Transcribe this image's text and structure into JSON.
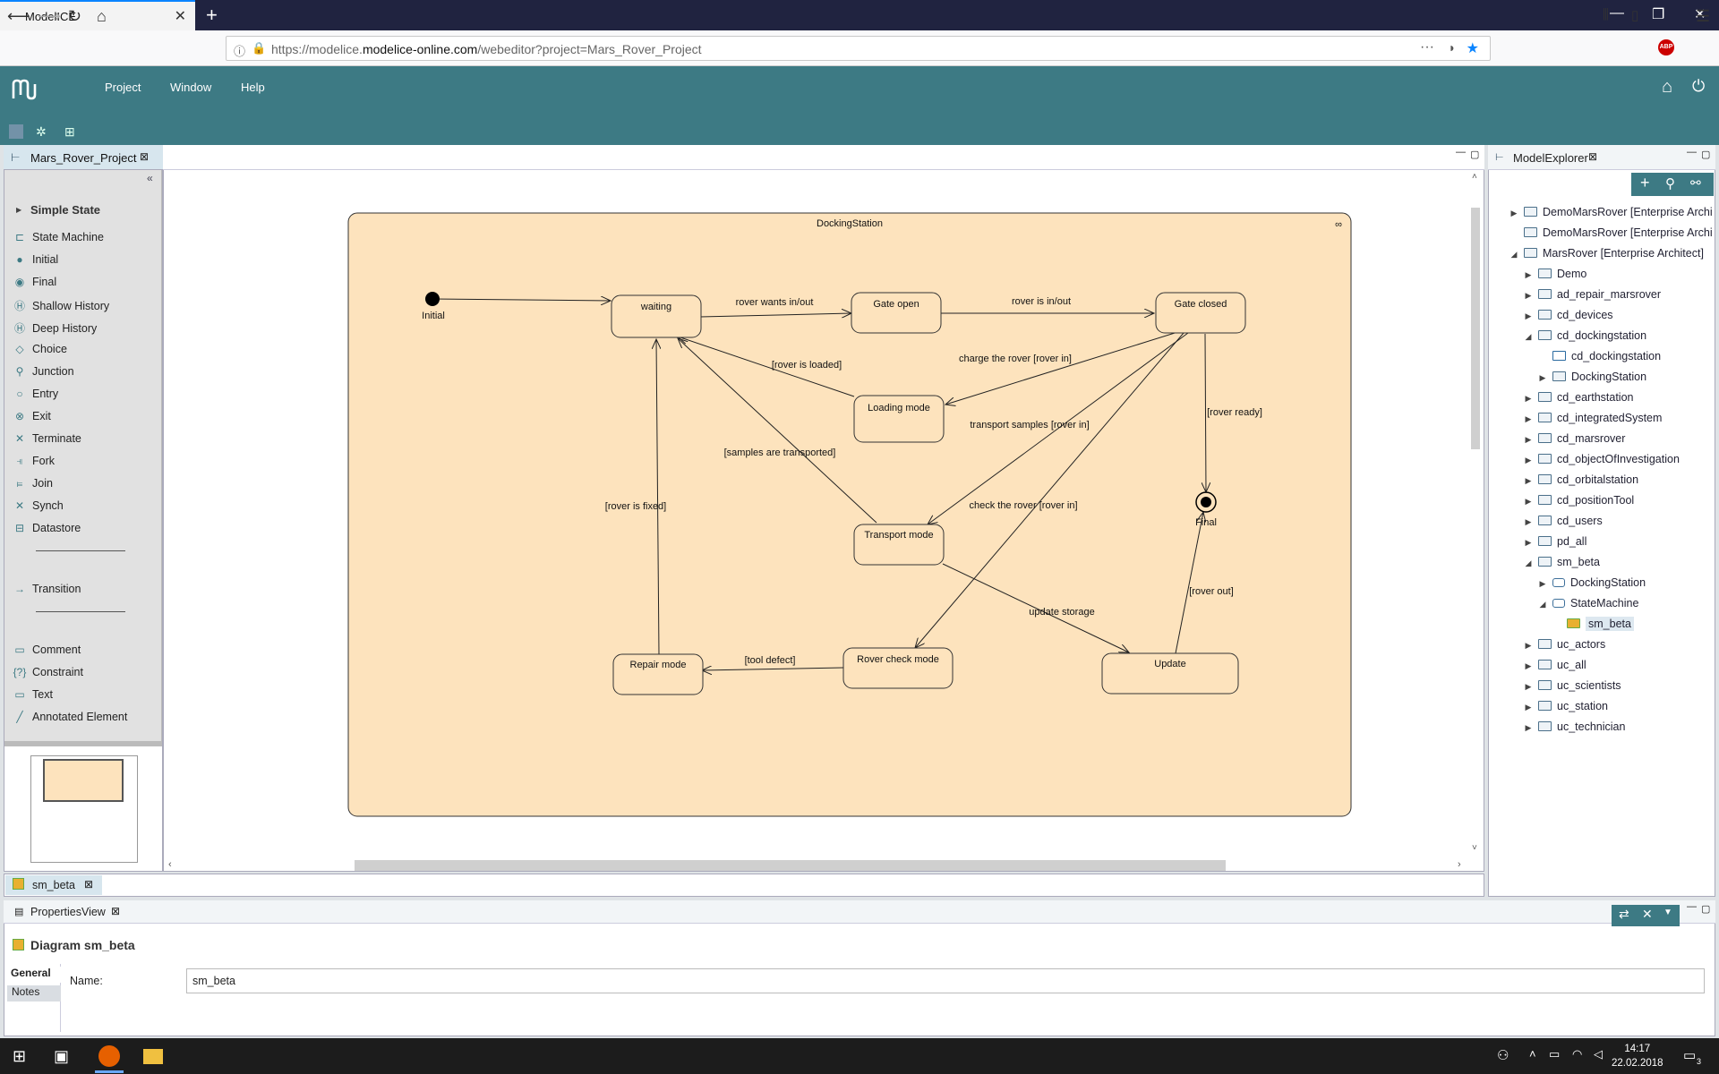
{
  "browser": {
    "tab_title": "ModelICE",
    "url_prefix": "https://modelice.",
    "url_domain": "modelice-online.com",
    "url_path": "/webeditor?project=Mars_Rover_Project"
  },
  "app": {
    "menu": [
      "Project",
      "Window",
      "Help"
    ]
  },
  "editor": {
    "tab_label": "Mars_Rover_Project",
    "bottom_tab_label": "sm_beta"
  },
  "palette": {
    "header": "Simple State",
    "items": [
      "State Machine",
      "Initial",
      "Final",
      "Shallow History",
      "Deep History",
      "Choice",
      "Junction",
      "Entry",
      "Exit",
      "Terminate",
      "Fork",
      "Join",
      "Synch",
      "Datastore"
    ],
    "transition": "Transition",
    "annotations": [
      "Comment",
      "Constraint",
      "Text",
      "Annotated Element"
    ]
  },
  "diagram": {
    "container_title": "DockingStation",
    "states": [
      "waiting",
      "Gate open",
      "Gate closed",
      "Loading mode",
      "Transport mode",
      "Repair mode",
      "Rover check mode",
      "Update"
    ],
    "initial_label": "Initial",
    "final_label": "Final",
    "transitions": [
      "rover wants in/out",
      "rover is in/out",
      "[rover is loaded]",
      "charge the rover [rover in]",
      "transport samples [rover in]",
      "[rover ready]",
      "[samples are transported]",
      "check the rover [rover in]",
      "[rover is fixed]",
      "update storage",
      "[rover out]",
      "[tool defect]"
    ]
  },
  "explorer": {
    "tab_label": "ModelExplorer",
    "tree": [
      {
        "label": "DemoMarsRover [Enterprise Archi",
        "level": 0,
        "arrow": "collapsed"
      },
      {
        "label": "DemoMarsRover [Enterprise Archi",
        "level": 0,
        "arrow": "none"
      },
      {
        "label": "MarsRover [Enterprise Architect]",
        "level": 0,
        "arrow": "expanded"
      },
      {
        "label": "Demo",
        "level": 1,
        "arrow": "collapsed"
      },
      {
        "label": "ad_repair_marsrover",
        "level": 1,
        "arrow": "collapsed"
      },
      {
        "label": "cd_devices",
        "level": 1,
        "arrow": "collapsed"
      },
      {
        "label": "cd_dockingstation",
        "level": 1,
        "arrow": "expanded"
      },
      {
        "label": "cd_dockingstation",
        "level": 2,
        "arrow": "none"
      },
      {
        "label": "DockingStation",
        "level": 2,
        "arrow": "collapsed"
      },
      {
        "label": "cd_earthstation",
        "level": 1,
        "arrow": "collapsed"
      },
      {
        "label": "cd_integratedSystem",
        "level": 1,
        "arrow": "collapsed"
      },
      {
        "label": "cd_marsrover",
        "level": 1,
        "arrow": "collapsed"
      },
      {
        "label": "cd_objectOfInvestigation",
        "level": 1,
        "arrow": "collapsed"
      },
      {
        "label": "cd_orbitalstation",
        "level": 1,
        "arrow": "collapsed"
      },
      {
        "label": "cd_positionTool",
        "level": 1,
        "arrow": "collapsed"
      },
      {
        "label": "cd_users",
        "level": 1,
        "arrow": "collapsed"
      },
      {
        "label": "pd_all",
        "level": 1,
        "arrow": "collapsed"
      },
      {
        "label": "sm_beta",
        "level": 1,
        "arrow": "expanded"
      },
      {
        "label": "DockingStation",
        "level": 2,
        "arrow": "collapsed"
      },
      {
        "label": "StateMachine",
        "level": 2,
        "arrow": "expanded"
      },
      {
        "label": "sm_beta",
        "level": 3,
        "arrow": "none"
      },
      {
        "label": "uc_actors",
        "level": 1,
        "arrow": "collapsed"
      },
      {
        "label": "uc_all",
        "level": 1,
        "arrow": "collapsed"
      },
      {
        "label": "uc_scientists",
        "level": 1,
        "arrow": "collapsed"
      },
      {
        "label": "uc_station",
        "level": 1,
        "arrow": "collapsed"
      },
      {
        "label": "uc_technician",
        "level": 1,
        "arrow": "collapsed"
      }
    ]
  },
  "properties": {
    "tab_label": "PropertiesView",
    "title": "Diagram sm_beta",
    "tabs": [
      "General",
      "Notes"
    ],
    "name_label": "Name:",
    "name_value": "sm_beta"
  },
  "taskbar": {
    "time": "14:17",
    "date": "22.02.2018",
    "notification_count": "3"
  },
  "colors": {
    "accent": "#3d7a84",
    "state_fill": "#fde3bd",
    "browser_tabbar": "#202340"
  }
}
